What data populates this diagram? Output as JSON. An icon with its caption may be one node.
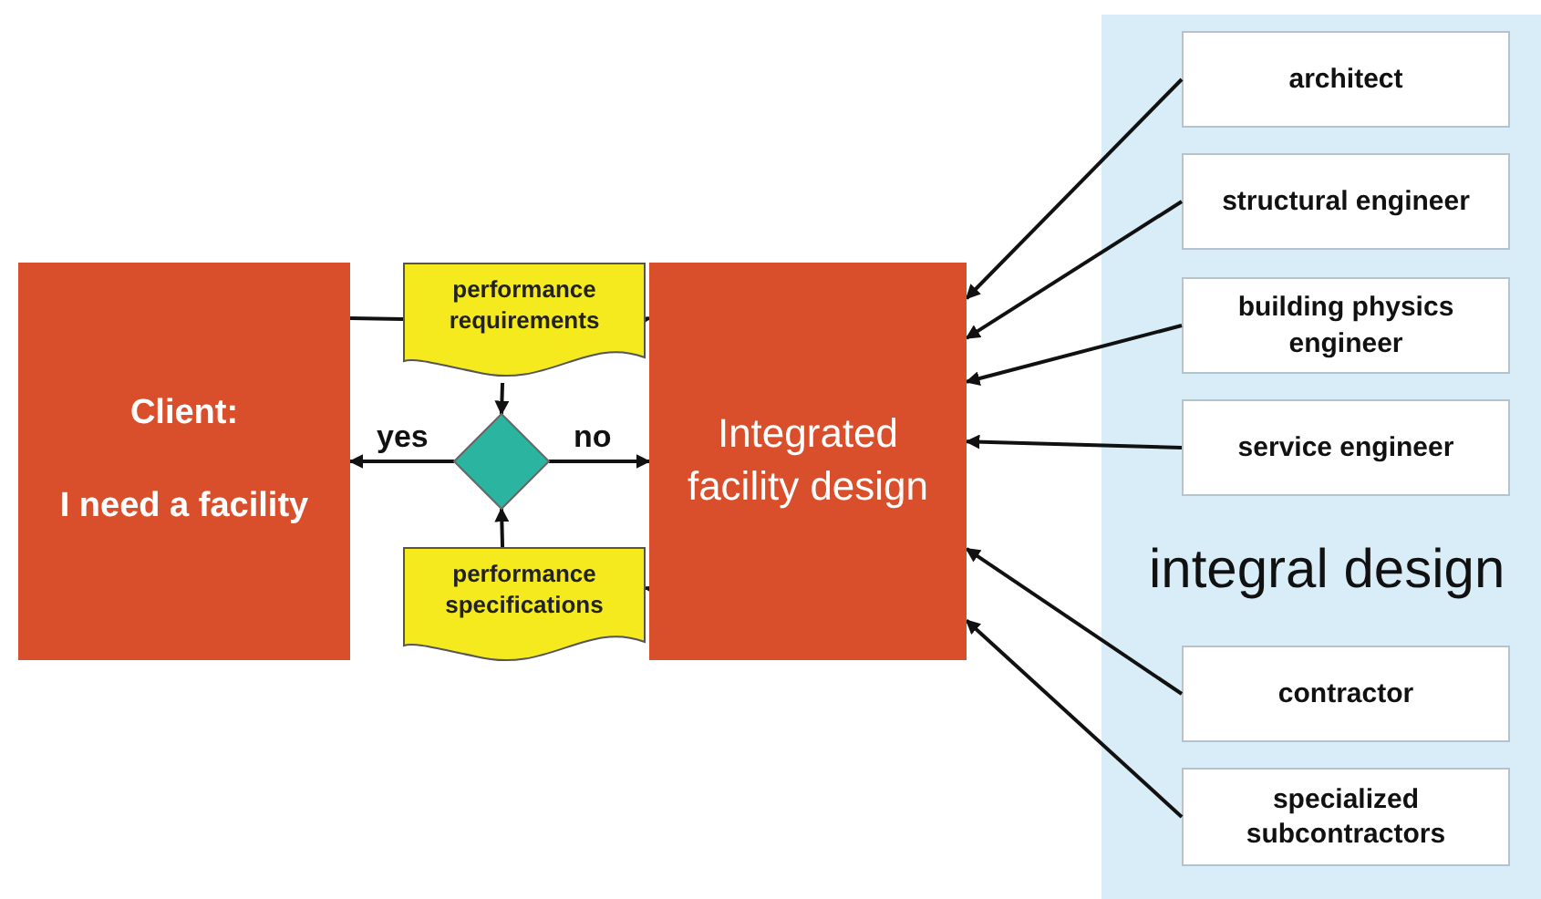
{
  "diagram": {
    "nodes": [
      {
        "text": [
          "Client:",
          "I need a facility"
        ]
      },
      {
        "text": [
          "performance requirements"
        ]
      },
      {
        "text": [],
        "shape": "diamond"
      },
      {
        "text": [
          "performance specifications"
        ]
      },
      {
        "text": [
          "Integrated facility design"
        ]
      },
      {
        "text": [
          "integral design"
        ]
      },
      {
        "text": [
          "architect"
        ],
        "in": 5
      },
      {
        "text": [
          "structural engineer"
        ],
        "in": 5
      },
      {
        "text": [
          "building physics engineer"
        ],
        "in": 5
      },
      {
        "text": [
          "service engineer"
        ],
        "in": 5
      },
      {
        "text": [
          "contractor"
        ],
        "in": 5
      },
      {
        "text": [
          "specialized subcontractors"
        ],
        "in": 5
      }
    ],
    "edges": [
      {
        "from": 0,
        "to": 1,
        "arrow": "none"
      },
      {
        "from": 1,
        "to": 4,
        "arrow": "to"
      },
      {
        "from": 1,
        "to": 2,
        "arrow": "to"
      },
      {
        "from": 2,
        "to": 0,
        "arrow": "to",
        "label": "yes"
      },
      {
        "from": 2,
        "to": 4,
        "arrow": "to",
        "label": "no"
      },
      {
        "from": 3,
        "to": 2,
        "arrow": "to"
      },
      {
        "from": 4,
        "to": 3,
        "arrow": "to"
      },
      {
        "from": 6,
        "to": 4,
        "arrow": "to"
      },
      {
        "from": 7,
        "to": 4,
        "arrow": "to"
      },
      {
        "from": 8,
        "to": 4,
        "arrow": "to"
      },
      {
        "from": 9,
        "to": 4,
        "arrow": "to"
      },
      {
        "from": 10,
        "to": 4,
        "arrow": "to"
      },
      {
        "from": 11,
        "to": 4,
        "arrow": "to"
      }
    ]
  }
}
